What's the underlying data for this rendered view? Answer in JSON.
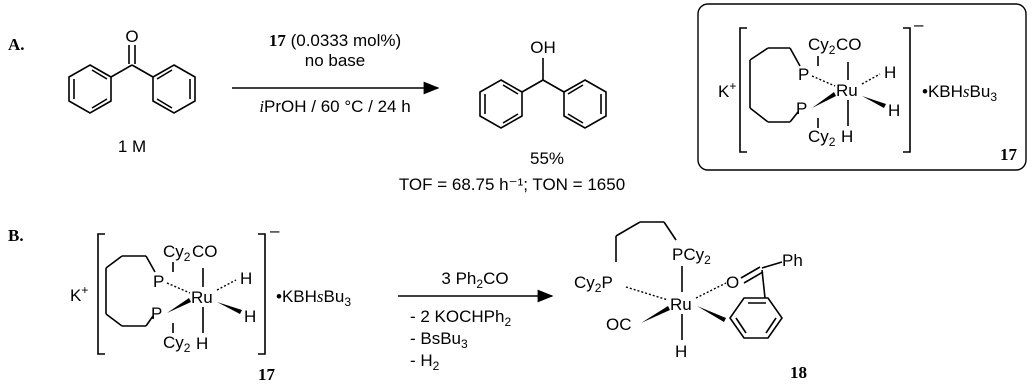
{
  "panel_a": {
    "label": "A.",
    "substrate_note": "1 M",
    "carbonyl_o": "O",
    "product_oh": "OH",
    "catalyst_num": "17",
    "catalyst_loading": "(0.0333 mol%)",
    "condition_base": "no base",
    "solvent_prefix": "i",
    "solvent_rest": "PrOH / 60 °C / 24 h",
    "yield": "55%",
    "metrics": "TOF = 68.75 h⁻¹; TON = 1650"
  },
  "complex": {
    "cation": "K",
    "cation_charge": "+",
    "anion_charge": "–",
    "cy2": "Cy",
    "sub2": "2",
    "p": "P",
    "ru": "Ru",
    "co": "CO",
    "h": "H",
    "adduct_kbh": "•KBH",
    "adduct_s": "s",
    "adduct_bu": "Bu",
    "adduct_sub": "3",
    "label": "17"
  },
  "panel_b": {
    "label": "B.",
    "complex_label": "17",
    "reagent_pre": "3 Ph",
    "reagent_sub": "2",
    "reagent_post": "CO",
    "by1_pre": "- 2 KOCHPh",
    "by1_sub": "2",
    "by2_pre": "- BsBu",
    "by2_sub": "3",
    "by3_pre": "- H",
    "by3_sub": "2",
    "product_label": "18",
    "pcy2_top": "PCy",
    "pcy2_left_pre": "Cy",
    "pcy2_left_post": "P",
    "o_atom": "O",
    "ph": "Ph",
    "oc": "OC",
    "ru": "Ru",
    "h": "H"
  }
}
